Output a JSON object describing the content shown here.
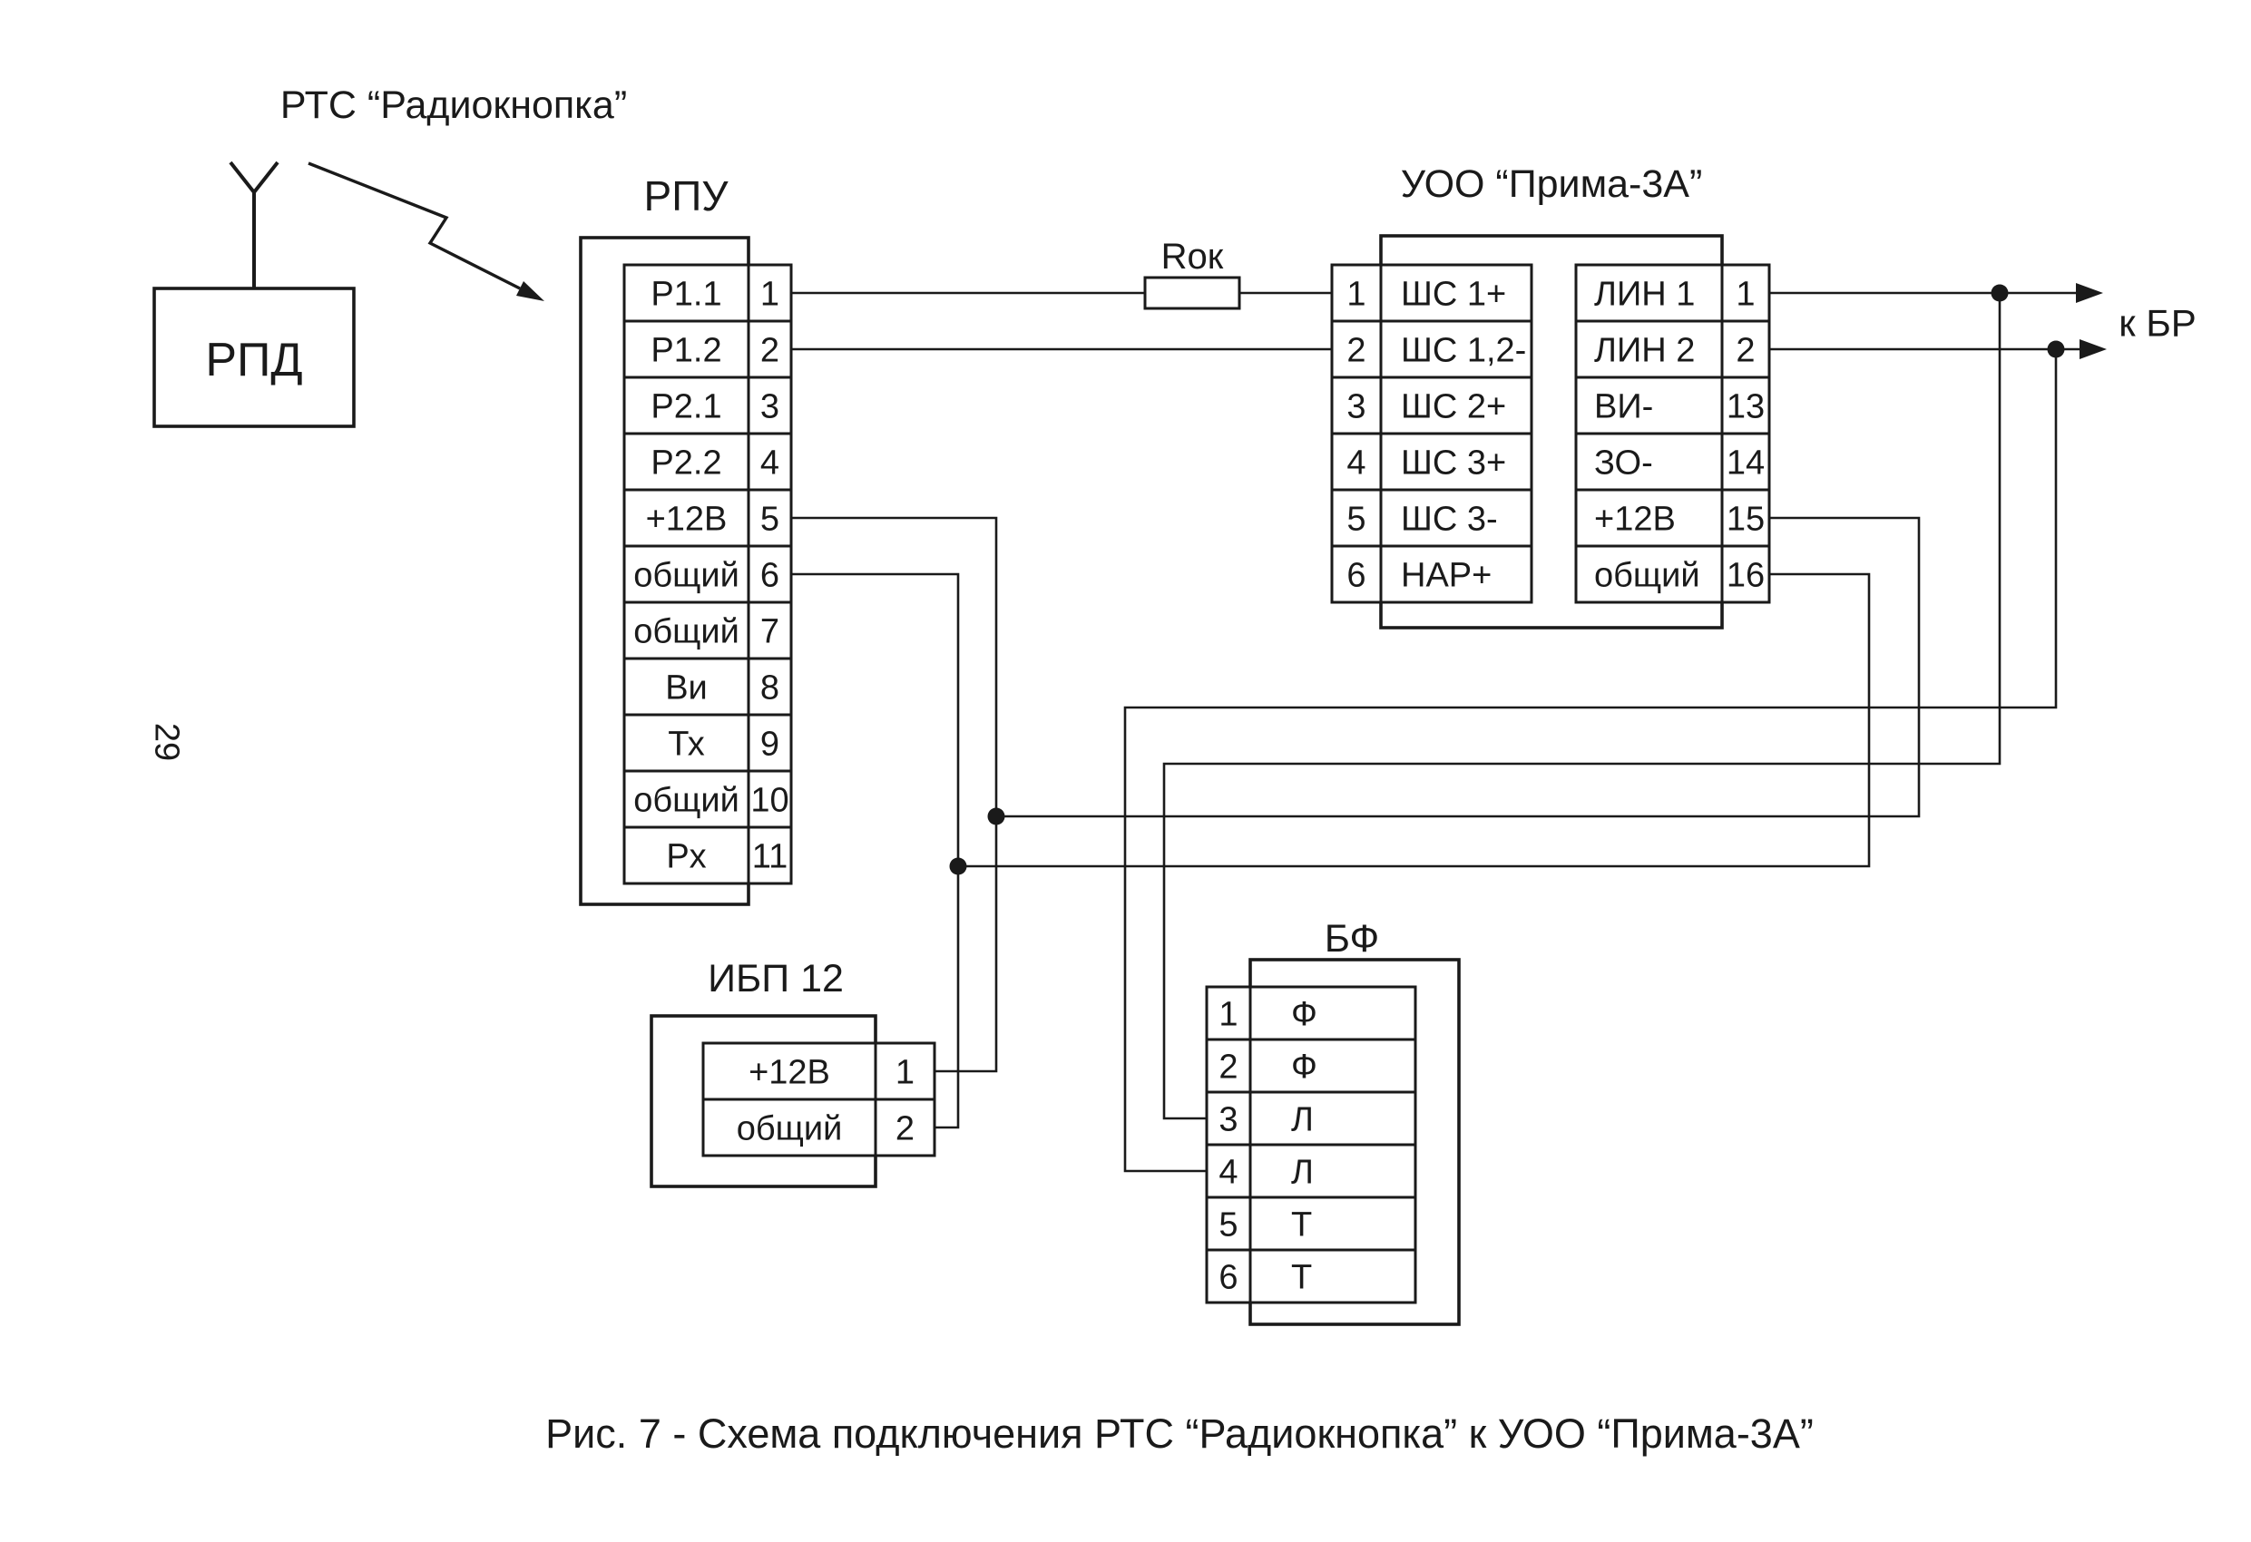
{
  "colors": {
    "ink": "#1a1a1a",
    "paper": "#ffffff"
  },
  "page_number": "29",
  "caption": "Рис. 7 - Схема подключения РТС “Радиокнопка” к УОО “Прима-3А”",
  "rts": {
    "title": "РТС “Радиокнопка”",
    "transmitter": "РПД"
  },
  "rpu": {
    "title": "РПУ",
    "rows": [
      {
        "label": "Р1.1",
        "pin": "1"
      },
      {
        "label": "Р1.2",
        "pin": "2"
      },
      {
        "label": "Р2.1",
        "pin": "3"
      },
      {
        "label": "Р2.2",
        "pin": "4"
      },
      {
        "label": "+12В",
        "pin": "5"
      },
      {
        "label": "общий",
        "pin": "6"
      },
      {
        "label": "общий",
        "pin": "7"
      },
      {
        "label": "Ви",
        "pin": "8"
      },
      {
        "label": "Тх",
        "pin": "9"
      },
      {
        "label": "общий",
        "pin": "10"
      },
      {
        "label": "Рх",
        "pin": "11"
      }
    ]
  },
  "uoo": {
    "title": "УОО “Прима-3А”",
    "left_rows": [
      {
        "pin": "1",
        "label": "ШС 1+"
      },
      {
        "pin": "2",
        "label": "ШС 1,2-"
      },
      {
        "pin": "3",
        "label": "ШС 2+"
      },
      {
        "pin": "4",
        "label": "ШС 3+"
      },
      {
        "pin": "5",
        "label": "ШС 3-"
      },
      {
        "pin": "6",
        "label": "НАР+"
      }
    ],
    "right_rows": [
      {
        "label": "ЛИН 1",
        "pin": "1"
      },
      {
        "label": "ЛИН 2",
        "pin": "2"
      },
      {
        "label": "ВИ-",
        "pin": "13"
      },
      {
        "label": "ЗО-",
        "pin": "14"
      },
      {
        "label": "+12В",
        "pin": "15"
      },
      {
        "label": "общий",
        "pin": "16"
      }
    ]
  },
  "ibp": {
    "title": "ИБП 12",
    "rows": [
      {
        "label": "+12В",
        "pin": "1"
      },
      {
        "label": "общий",
        "pin": "2"
      }
    ]
  },
  "bf": {
    "title": "БФ",
    "rows": [
      {
        "pin": "1",
        "label": "Ф"
      },
      {
        "pin": "2",
        "label": "Ф"
      },
      {
        "pin": "3",
        "label": "Л"
      },
      {
        "pin": "4",
        "label": "Л"
      },
      {
        "pin": "5",
        "label": "Т"
      },
      {
        "pin": "6",
        "label": "Т"
      }
    ]
  },
  "resistor_label": "Rок",
  "to_br_label": "к БР"
}
